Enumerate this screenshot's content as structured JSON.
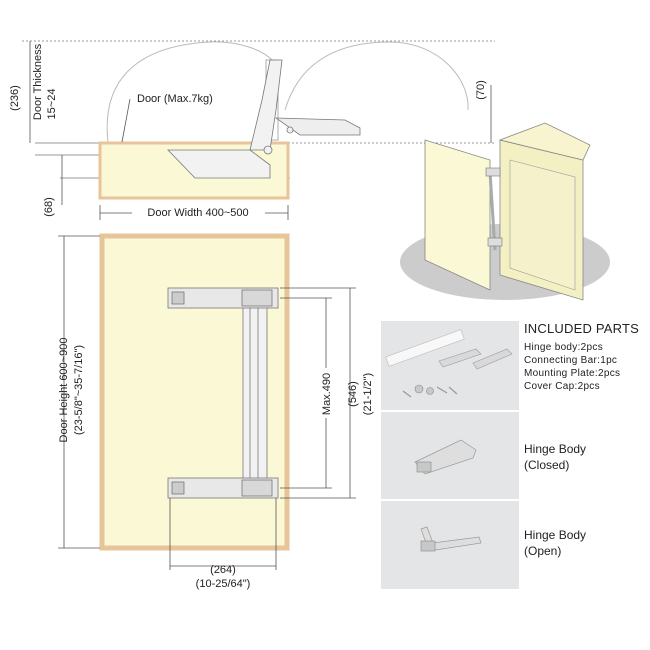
{
  "labels": {
    "height_236": "(236)",
    "door_thickness": "Door Thickness",
    "door_thickness_range": "15~24",
    "door_max_weight": "Door (Max.7kg)",
    "height_70": "(70)",
    "height_68": "(68)",
    "door_width": "Door Width 400~500",
    "door_height": "Door Height 600~900",
    "door_height_inch": "(23-5/8\"~35-7/16\")",
    "max_490": "Max.490",
    "dim_546": "(546)",
    "dim_546_inch": "(21-1/2\")",
    "dim_264": "(264)",
    "dim_264_inch": "(10-25/64\")"
  },
  "included_parts": {
    "title": "INCLUDED PARTS",
    "items": [
      "Hinge body:2pcs",
      "Connecting Bar:1pc",
      "Mounting Plate:2pcs",
      "Cover Cap:2pcs"
    ],
    "closed_caption": [
      "Hinge Body",
      "(Closed)"
    ],
    "open_caption": [
      "Hinge Body",
      "(Open)"
    ]
  },
  "colors": {
    "door_fill": "#fbf8d6",
    "door_edge": "#e7c598",
    "line": "#555555",
    "photo_bg": "#e4e5e7",
    "floor_disc": "#cccccc"
  }
}
